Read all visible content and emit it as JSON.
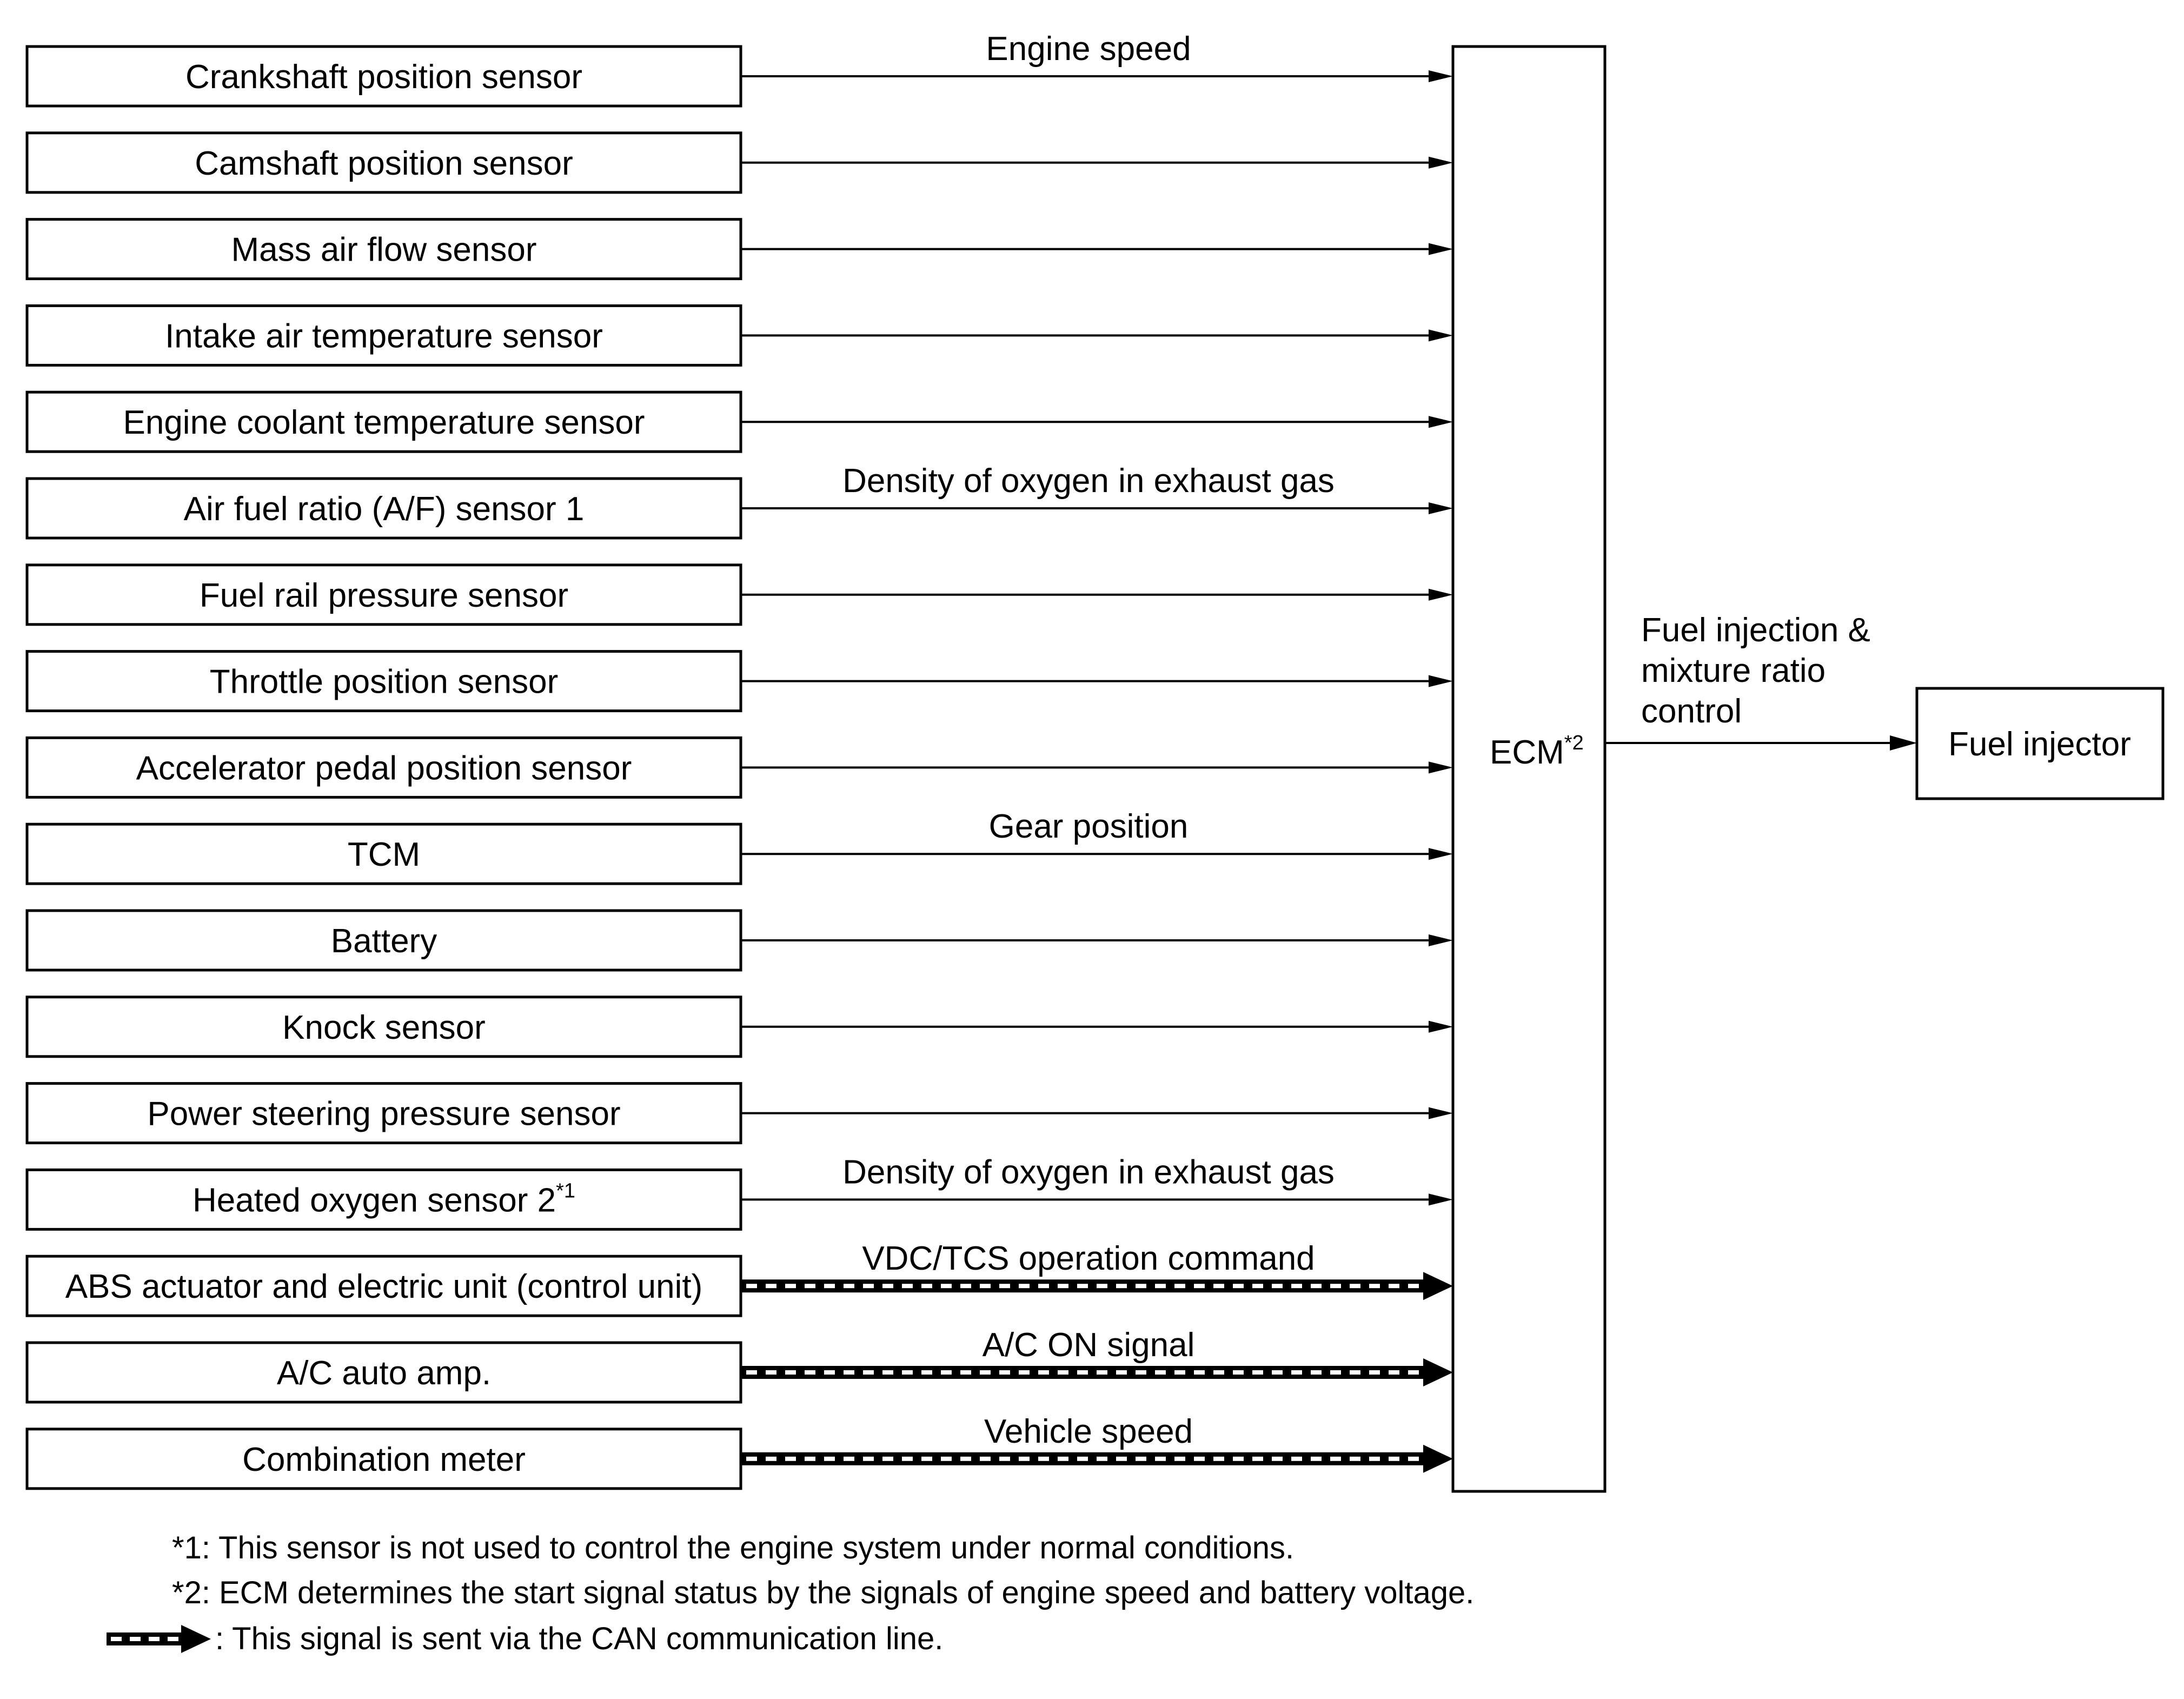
{
  "inputs": [
    {
      "label": "Crankshaft position sensor",
      "signal": "Engine speed",
      "can": false
    },
    {
      "label": "Camshaft position sensor",
      "signal": "",
      "can": false
    },
    {
      "label": "Mass air flow sensor",
      "signal": "",
      "can": false
    },
    {
      "label": "Intake air temperature sensor",
      "signal": "",
      "can": false
    },
    {
      "label": "Engine coolant temperature sensor",
      "signal": "",
      "can": false
    },
    {
      "label": "Air fuel ratio (A/F) sensor 1",
      "signal": "Density of oxygen in exhaust gas",
      "can": false
    },
    {
      "label": "Fuel rail pressure sensor",
      "signal": "",
      "can": false
    },
    {
      "label": "Throttle position sensor",
      "signal": "",
      "can": false
    },
    {
      "label": "Accelerator pedal position sensor",
      "signal": "",
      "can": false
    },
    {
      "label": "TCM",
      "signal": "Gear position",
      "can": false
    },
    {
      "label": "Battery",
      "signal": "",
      "can": false
    },
    {
      "label": "Knock sensor",
      "signal": "",
      "can": false
    },
    {
      "label": "Power steering pressure sensor",
      "signal": "",
      "can": false
    },
    {
      "label": "Heated oxygen sensor 2",
      "sup": "*1",
      "signal": "Density of oxygen in exhaust gas",
      "can": false
    },
    {
      "label": "ABS actuator and electric unit (control unit)",
      "signal": "VDC/TCS operation command",
      "can": true
    },
    {
      "label": "A/C auto amp.",
      "signal": "A/C ON signal",
      "can": true
    },
    {
      "label": "Combination meter",
      "signal": "Vehicle speed",
      "can": true
    }
  ],
  "ecm": {
    "label": "ECM",
    "sup": "*2"
  },
  "output": {
    "signal_lines": [
      "Fuel injection &",
      "mixture ratio",
      "control"
    ],
    "label": "Fuel injector"
  },
  "footnotes": [
    {
      "mark": "*1",
      "text": ": This sensor is not used to control the engine system under normal conditions."
    },
    {
      "mark": "*2",
      "text": ": ECM determines the start signal status by the signals of engine speed and battery voltage."
    },
    {
      "mark": "can-arrow-icon",
      "text": ": This signal is sent via the CAN communication line."
    }
  ]
}
